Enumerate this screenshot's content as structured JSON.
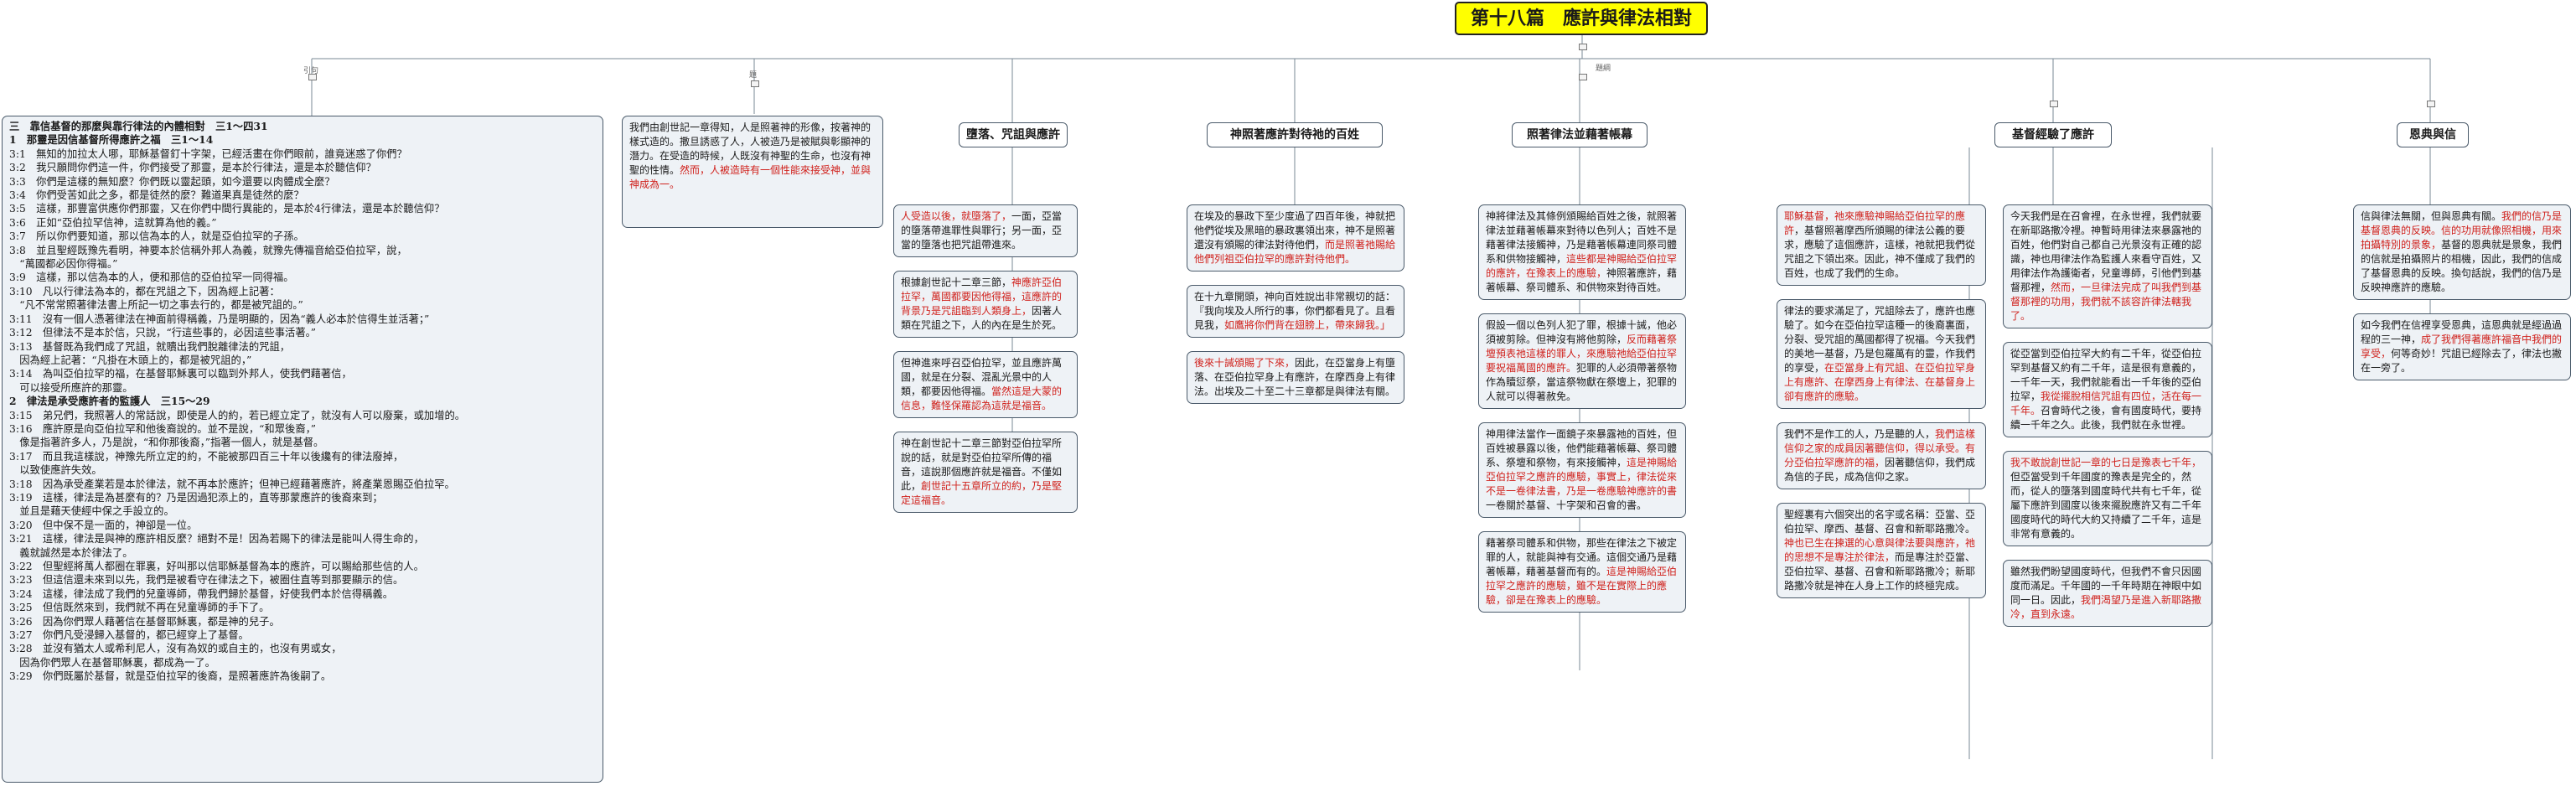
{
  "title": "第十八篇　應許與律法相對",
  "branch_labels": {
    "left": "引句",
    "mid": "題",
    "right": "題綱"
  },
  "scripture_lines": [
    {
      "t": "三　靠信基督的那麼與靠行律法的內體相對　三1～四31",
      "h": true
    },
    {
      "t": "1　那靈是因信基督所得應許之福　三1～14",
      "h": true
    },
    {
      "t": "3:1　無知的加拉太人哪，耶穌基督釘十字架，已經活畫在你們眼前，誰竟迷惑了你們？"
    },
    {
      "t": "3:2　我只願問你們這一件，你們接受了那靈，是本於行律法，還是本於聽信仰？"
    },
    {
      "t": "3:3　你們是這樣的無知麼？你們既以靈起頭，如今還要以肉體成全麼？"
    },
    {
      "t": "3:4　你們受苦如此之多，都是徒然的麼？難道果真是徒然的麼？"
    },
    {
      "t": "3:5　這樣，那豐富供應你們那靈，又在你們中間行異能的，是本於4行律法，還是本於聽信仰？"
    },
    {
      "t": "3:6　正如“亞伯拉罕信神，這就算為他的義。”"
    },
    {
      "t": "3:7　所以你們要知道，那以信為本的人，就是亞伯拉罕的子孫。"
    },
    {
      "t": "3:8　並且聖經既豫先看明，神要本於信稱外邦人為義，就豫先傳福音給亞伯拉罕，說，"
    },
    {
      "t": "　“萬國都必因你得福。”"
    },
    {
      "t": "3:9　這樣，那以信為本的人，便和那信的亞伯拉罕一同得福。"
    },
    {
      "t": "3:10　凡以行律法為本的，都在咒詛之下，因為經上記著："
    },
    {
      "t": "　“凡不常常照著律法書上所記一切之事去行的，都是被咒詛的。”"
    },
    {
      "t": "3:11　沒有一個人憑著律法在神面前得稱義，乃是明顯的，因為“義人必本於信得生並活著；”"
    },
    {
      "t": "3:12　但律法不是本於信，只說，“行這些事的，必因這些事活著。”"
    },
    {
      "t": "3:13　基督既為我們成了咒詛，就贖出我們脫離律法的咒詛，"
    },
    {
      "t": "　因為經上記著：“凡掛在木頭上的，都是被咒詛的，”"
    },
    {
      "t": "3:14　為叫亞伯拉罕的福，在基督耶穌裏可以臨到外邦人，使我們藉著信，"
    },
    {
      "t": "　可以接受所應許的那靈。"
    },
    {
      "t": "2　律法是承受應許者的監護人　三15～29",
      "h": true
    },
    {
      "t": "3:15　弟兄們，我照著人的常話說，即使是人的約，若已經立定了，就沒有人可以廢棄，或加增的。"
    },
    {
      "t": "3:16　應許原是向亞伯拉罕和他後裔說的。並不是說，“和眾後裔，”"
    },
    {
      "t": "　像是指著許多人，乃是說，“和你那後裔，”指著一個人，就是基督。"
    },
    {
      "t": "3:17　而且我這樣說，神豫先所立定的約，不能被那四百三十年以後纔有的律法廢掉，"
    },
    {
      "t": "　以致使應許失效。"
    },
    {
      "t": "3:18　因為承受產業若是本於律法，就不再本於應許；但神已經藉著應許，將產業恩賜亞伯拉罕。"
    },
    {
      "t": "3:19　這樣，律法是為甚麼有的？乃是因過犯添上的，直等那蒙應許的後裔來到；"
    },
    {
      "t": "　並且是藉天使經中保之手設立的。"
    },
    {
      "t": "3:20　但中保不是一面的，神卻是一位。"
    },
    {
      "t": "3:21　這樣，律法是與神的應許相反麼？絕對不是！因為若賜下的律法是能叫人得生命的，"
    },
    {
      "t": "　義就誠然是本於律法了。"
    },
    {
      "t": "3:22　但聖經將萬人都圈在罪裏，好叫那以信耶穌基督為本的應許，可以賜給那些信的人。"
    },
    {
      "t": "3:23　但這信還未來到以先，我們是被看守在律法之下，被圈住直等到那要顯示的信。"
    },
    {
      "t": "3:24　這樣，律法成了我們的兒童導師，帶我們歸於基督，好使我們本於信得稱義。"
    },
    {
      "t": "3:25　但信既然來到，我們就不再在兒童導師的手下了。"
    },
    {
      "t": "3:26　因為你們眾人藉著信在基督耶穌裏，都是神的兒子。"
    },
    {
      "t": "3:27　你們凡受浸歸入基督的，都已經穿上了基督。"
    },
    {
      "t": "3:28　並沒有猶太人或希利尼人，沒有為奴的或自主的，也沒有男或女，"
    },
    {
      "t": "　因為你們眾人在基督耶穌裏，都成為一了。"
    },
    {
      "t": "3:29　你們既屬於基督，就是亞伯拉罕的後裔，是照著應許為後嗣了。"
    }
  ],
  "intro_box": [
    {
      "t": "我們由創世記一章得知，人是照著神的形像，按著神的樣式造的。撒旦誘惑了人，人被造乃是被賦與彰顯神的潛力。在受造的時候，人既沒有神聖的生命，也沒有神聖的性情。",
      "r": false
    },
    {
      "t": "然而，人被造時有一個性能來接受神，並與神成為一。",
      "r": true
    }
  ],
  "headers": {
    "fall": "墮落、咒詛與應許",
    "nations": "神照著應許對待祂的百姓",
    "law": "照著律法並藉著帳幕",
    "christ": "基督經驗了應許",
    "grace": "恩典與信"
  },
  "fall_boxes": [
    [
      {
        "t": "人受造以後，就墮落了，",
        "r": true
      },
      {
        "t": "一面，亞當的墮落帶進罪性與罪行；另一面，亞當的墮落也把咒詛帶進來。",
        "r": false
      }
    ],
    [
      {
        "t": "根據創世記十二章三節，",
        "r": false
      },
      {
        "t": "神應許亞伯拉罕，萬國都要因他得福，這應許的背景乃是咒詛臨到人類身上，",
        "r": true
      },
      {
        "t": "因著人類在咒詛之下，人的內在是生於死。",
        "r": false
      }
    ],
    [
      {
        "t": "但神進來呼召亞伯拉罕，並且應許萬國，就是在分裂、混亂光景中的人類，都要因他得福。",
        "r": false
      },
      {
        "t": "當然這是大蒙的信息，難怪保羅認為這就是福音。",
        "r": true
      }
    ],
    [
      {
        "t": "神在創世記十二章三節對亞伯拉罕所說的話，就是對亞伯拉罕所傳的福音，這說那個應許就是福音。不僅如此，",
        "r": false
      },
      {
        "t": "創世記十五章所立的約，乃是堅定這福音。",
        "r": true
      }
    ]
  ],
  "nations_boxes": [
    [
      {
        "t": "在埃及的暴政下至少度過了四百年後，神就把他們從埃及黑暗的暴政裏領出來，神不是照著還沒有頒賜的律法對待他們，",
        "r": false
      },
      {
        "t": "而是照著祂賜給他們列祖亞伯拉罕的應許對待他們。",
        "r": true
      }
    ],
    [
      {
        "t": "在十九章開頭，神向百姓說出非常親切的話：『我向埃及人所行的事，你們都看見了。且看見我，",
        "r": false
      },
      {
        "t": "如鷹將你們背在翅膀上，帶來歸我。」",
        "r": true
      }
    ],
    [
      {
        "t": "後來十誡頒賜了下來，",
        "r": true
      },
      {
        "t": "因此，在亞當身上有墮落、在亞伯拉罕身上有應許，在摩西身上有律法。出埃及二十至二十三章都是與律法有關。",
        "r": false
      }
    ]
  ],
  "law_boxes": [
    [
      {
        "t": "神將律法及其條例頒賜給百姓之後，就照著律法並藉著帳幕來對待以色列人；百姓不是藉著律法接觸神，乃是藉著帳幕連同祭司體系和供物接觸神，",
        "r": false
      },
      {
        "t": "這些都是神賜給亞伯拉罕的應許，在豫表上的應驗，",
        "r": true
      },
      {
        "t": "神照著應許，藉著帳幕、祭司體系、和供物來對待百姓。",
        "r": false
      }
    ],
    [
      {
        "t": "假設一個以色列人犯了罪，根據十誡，他必須被剪除。但神沒有將他剪除，",
        "r": false
      },
      {
        "t": "反而藉著祭壇預表祂這樣的罪人，來應驗祂給亞伯拉罕要祝福萬國的應許。",
        "r": true
      },
      {
        "t": "犯罪的人必須帶著祭物作為贖愆祭，當這祭物獻在祭壇上，犯罪的人就可以得著赦免。",
        "r": false
      }
    ],
    [
      {
        "t": "神用律法當作一面鏡子來暴露祂的百姓，但百姓被暴露以後，他們能藉著帳幕、祭司體系、祭壇和祭物，有來接觸神，",
        "r": false
      },
      {
        "t": "這是神賜給亞伯拉罕之應許的應驗，事實上，律法從來不是一卷律法書，乃是一卷應驗神應許的書",
        "r": true
      },
      {
        "t": "一卷關於基督、十字架和召會的書。",
        "r": false
      }
    ],
    [
      {
        "t": "藉著祭司體系和供物，那些在律法之下被定罪的人，就能與神有交通。這個交通乃是藉著帳幕，藉著基督而有的。",
        "r": false
      },
      {
        "t": "這是神賜給亞伯拉罕之應許的應驗，雖不是在實際上的應驗，卻是在豫表上的應驗。",
        "r": true
      }
    ]
  ],
  "christ_boxes": [
    [
      {
        "t": "耶穌基督，祂來應驗神賜給亞伯拉罕的應許",
        "r": true
      },
      {
        "t": "，基督照著摩西所頒賜的律法公義的要求，應驗了這個應許，這樣，祂就把我們從咒詛之下領出來。因此，神不僅成了我們的百姓，也成了我們的生命。",
        "r": false
      }
    ],
    [
      {
        "t": "律法的要求滿足了，咒詛除去了，應許也應驗了。如今在亞伯拉罕這種一的後裔裏面，分裂、受咒詛的萬國都得了祝福。今天我們的美地一基督，乃是包羅萬有的靈，作我們的享受，",
        "r": false
      },
      {
        "t": "在亞當身上有咒詛、在亞伯拉罕身上有應許、在摩西身上有律法、在基督身上卻有應許的應驗。",
        "r": true
      }
    ],
    [
      {
        "t": "我們不是作工的人，乃是聽的人，",
        "r": false
      },
      {
        "t": "我們這樣信仰之家的成員因著聽信仰，得以承受。有分亞伯拉罕應許的福，",
        "r": true
      },
      {
        "t": "因著聽信仰，我們成為信的子民，成為信仰之家。",
        "r": false
      }
    ],
    [
      {
        "t": "聖經裏有六個突出的名字或名稱：亞當、亞伯拉罕、摩西、基督、召會和新耶路撒冷。",
        "r": false
      },
      {
        "t": "神也已生在揀選的心意與律法要與應許，祂的思想不是專注於律法，",
        "r": true
      },
      {
        "t": "而是專注於亞當、亞伯拉罕、基督、召會和新耶路撒冷；新耶路撒冷就是神在人身上工作的終極完成。",
        "r": false
      }
    ]
  ],
  "christ2_boxes": [
    [
      {
        "t": "今天我們是在召會裡，在永世裡，我們就要在新耶路撒冷裡。神暫時用律法來暴露祂的百姓，他們對自己都自己光景沒有正確的認識，神也用律法作為監護人來看守百姓，又用律法作為護衛者，兒童導師，引他們到基督那裡，",
        "r": false
      },
      {
        "t": "然而，一旦律法完成了叫我們到基督那裡的功用，我們就不該容許律法轄我了。",
        "r": true
      }
    ],
    [
      {
        "t": "從亞當到亞伯拉罕大約有二千年，從亞伯拉罕到基督又約有二千年，這是很有意義的，一千年一天，我們就能看出一千年後的亞伯拉罕，",
        "r": false
      },
      {
        "t": "我從擺脫相信咒詛有四位，活在每一千年。",
        "r": true
      },
      {
        "t": "召會時代之後，會有國度時代，要持續一千年之久。此後，我們就在永世裡。",
        "r": false
      }
    ],
    [
      {
        "t": "我不敢說創世記一章的七日是豫表七千年，",
        "r": true
      },
      {
        "t": "但亞當受到千年國度的豫表是完全的，然而，從人的墮落到國度時代共有七千年，從屬下應許到國度以後來擺脫應許又有二千年國度時代的時代大約又持續了二千年，這是非常有意義的。",
        "r": false
      }
    ],
    [
      {
        "t": "雖然我們盼望國度時代，但我們不會只因國度而滿足。千年國的一千年時期在神眼中如同一日。因此，",
        "r": false
      },
      {
        "t": "我們渴望乃是進入新耶路撒冷，直到永遠。",
        "r": true
      }
    ]
  ],
  "grace_boxes": [
    [
      {
        "t": "信與律法無關，但與恩典有關。",
        "r": false
      },
      {
        "t": "我們的信乃是基督恩典的反映。信的功用就像照相機，用來拍攝特別的景象，",
        "r": true
      },
      {
        "t": "基督的恩典就是景象，我們的信就是拍攝照片的相機，因此，我們的信成了基督恩典的反映。換句話說，我們的信乃是反映神應許的應驗。",
        "r": false
      }
    ],
    [
      {
        "t": "如今我們在信裡享受恩典，這恩典就是經過過程的三一神，",
        "r": false
      },
      {
        "t": "成了我們得著應許福音中我們的享受，",
        "r": true
      },
      {
        "t": "何等奇妙！咒詛已經除去了，律法也撇在一旁了。",
        "r": false
      }
    ]
  ]
}
